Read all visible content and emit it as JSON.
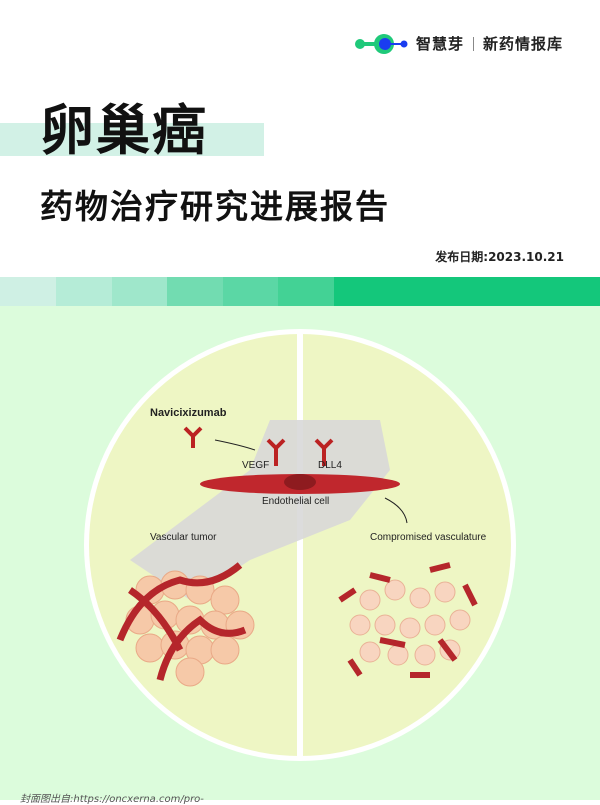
{
  "brand": {
    "name": "智慧芽",
    "product": "新药情报库"
  },
  "title": "卵巢癌",
  "subtitle": "药物治疗研究进展报告",
  "date": "发布日期:2023.10.21",
  "colors": {
    "bar": [
      "#cff0e4",
      "#b5ecd7",
      "#9fe7cb",
      "#72dcb1",
      "#5bd7a5",
      "#43d295",
      "#14c77b"
    ],
    "background": "#dcfcdc"
  },
  "illustration": {
    "drug": "Navicixizumab",
    "vegf": "VEGF",
    "dll4": "DLL4",
    "cell": "Endothelial\ncell",
    "left_label": "Vascular\ntumor",
    "right_label": "Compromised\nvasculature"
  },
  "caption": "封面图出自:https://oncxerna.com/pro-"
}
